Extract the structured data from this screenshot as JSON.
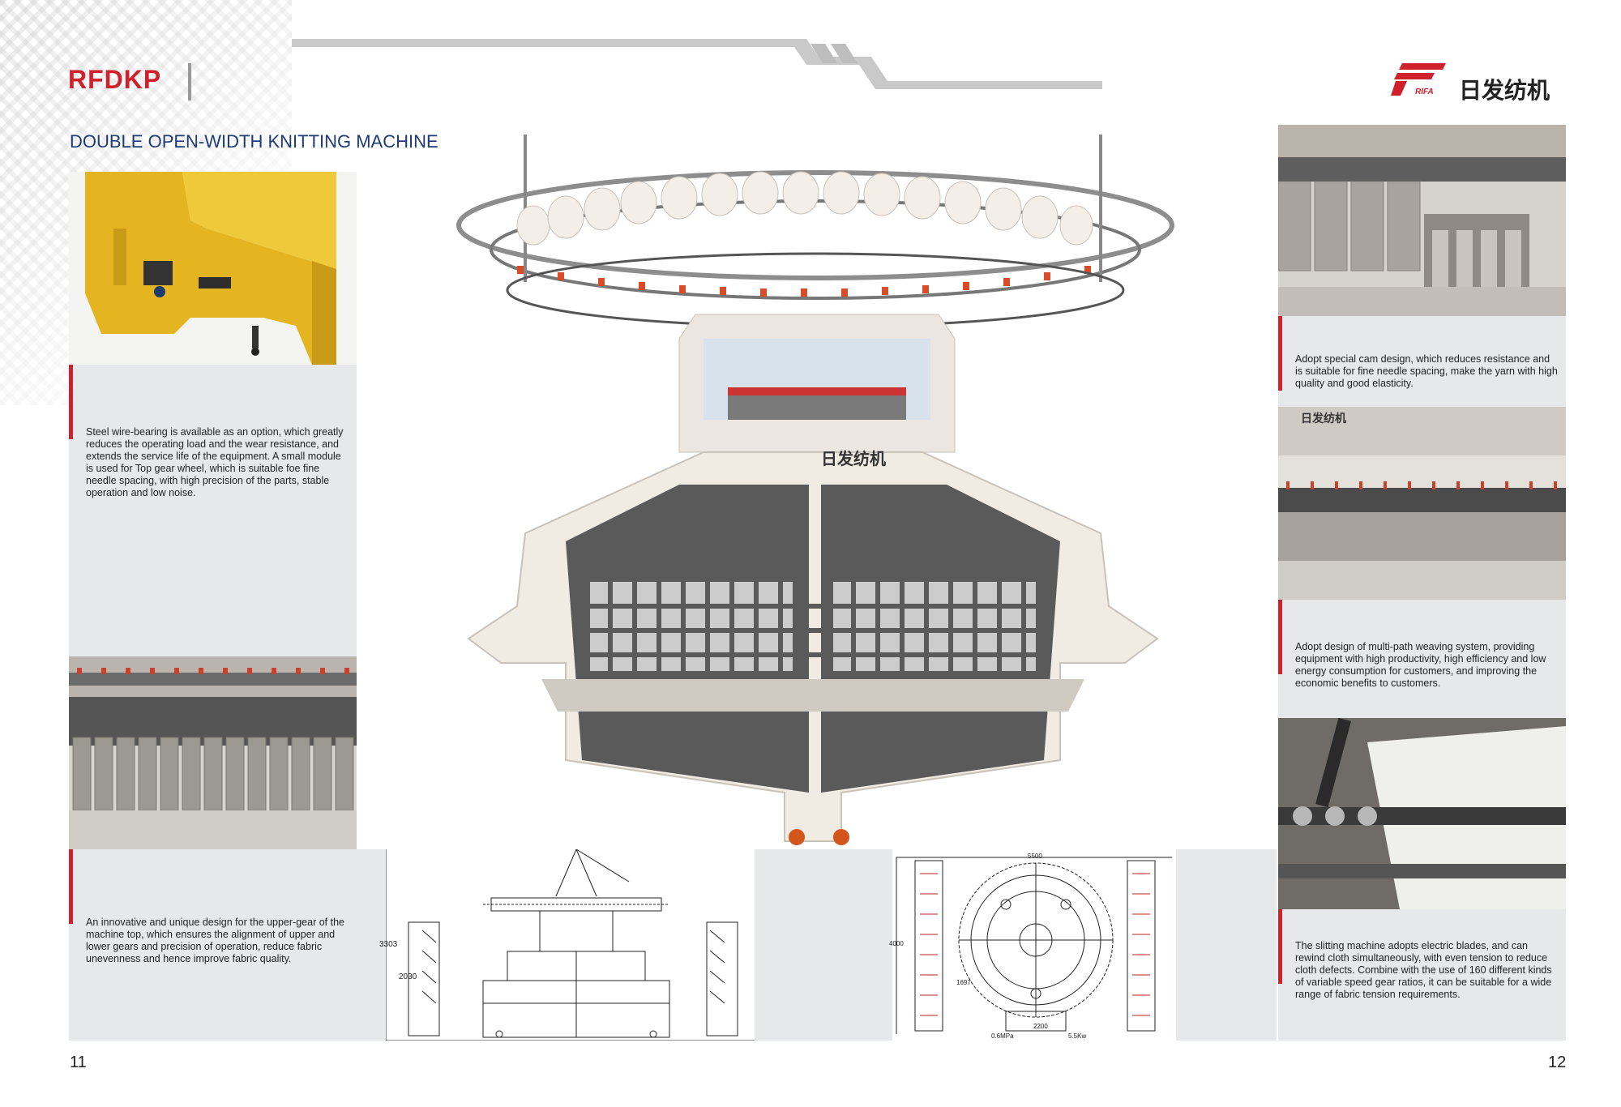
{
  "header": {
    "brand": "RFDKP",
    "title": "DOUBLE OPEN-WIDTH KNITTING MACHINE",
    "logo_mark": "RIFA",
    "logo_text": "日发纺机"
  },
  "captions": {
    "left_top": "Steel wire-bearing is available as an option, which greatly reduces the operating load and the wear resistance, and extends the service life of the equipment. A small module is used for Top gear wheel, which is suitable foe fine needle spacing, with high precision of the parts, stable operation and low noise.",
    "left_bottom": "An innovative and unique design for the upper-gear of the machine top, which ensures the alignment of  upper and lower gears and precision of operation, reduce fabric unevenness and hence improve fabric quality.",
    "right_1": "Adopt special cam design, which reduces resistance and is suitable for fine needle spacing, make the yarn with high quality and good elasticity.",
    "right_2": "Adopt design of multi-path weaving system, providing equipment with high productivity, high efficiency and low energy consumption for customers, and improving the economic benefits to customers.",
    "right_3": "The slitting machine adopts electric blades, and can rewind cloth simultaneously, with even tension to reduce cloth defects. Combine with the use of 160 different kinds of variable speed gear ratios, it can be suitable for a wide range of fabric tension requirements."
  },
  "drawings": {
    "side_height_total": "3303",
    "side_height_lower": "2030",
    "plan_width": "5500",
    "plan_height": "4000",
    "plan_radius": "1697",
    "plan_note_1": "0.6MPa",
    "plan_note_2": "5.5Kw",
    "plan_note_3": "2200"
  },
  "machine_label": "日发纺机",
  "pages": {
    "left": "11",
    "right": "12"
  },
  "colors": {
    "accent_red": "#d0202b",
    "title_blue": "#1f3c78",
    "panel_gray": "#e7e8ea"
  }
}
